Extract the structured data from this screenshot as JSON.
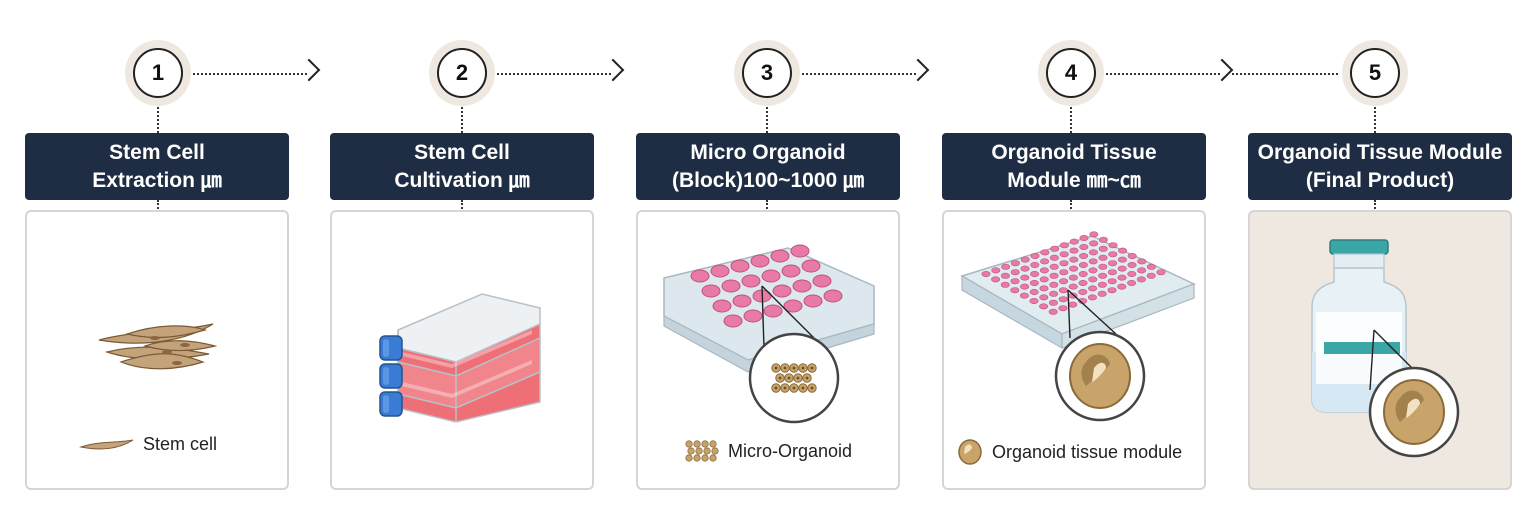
{
  "steps": [
    {
      "number": "1",
      "title_line1": "Stem Cell",
      "title_line2": "Extraction ㎛",
      "legend": "Stem cell"
    },
    {
      "number": "2",
      "title_line1": "Stem Cell",
      "title_line2": "Cultivation ㎛",
      "legend": ""
    },
    {
      "number": "3",
      "title_line1": "Micro Organoid",
      "title_line2": "(Block)100~1000 ㎛",
      "legend": "Micro-Organoid"
    },
    {
      "number": "4",
      "title_line1": "Organoid Tissue",
      "title_line2": "Module ㎜~㎝",
      "legend": "Organoid tissue module"
    },
    {
      "number": "5",
      "title_line1": "Organoid Tissue Module",
      "title_line2": "(Final Product)",
      "legend": ""
    }
  ],
  "colors": {
    "title_bg": "#1f2d44",
    "halo": "#efe8e0",
    "cell": "#c4a27a",
    "flask_medium": "#ee6f76",
    "cap_blue": "#3a7bd5",
    "well_pink": "#e87aa6",
    "organoid": "#c8a46a",
    "vial_band": "#3aa6a6"
  },
  "icons": [
    "stem-cell-icon",
    "cell-flask-icon",
    "well-plate-icon",
    "organoid-icon",
    "vial-icon"
  ]
}
